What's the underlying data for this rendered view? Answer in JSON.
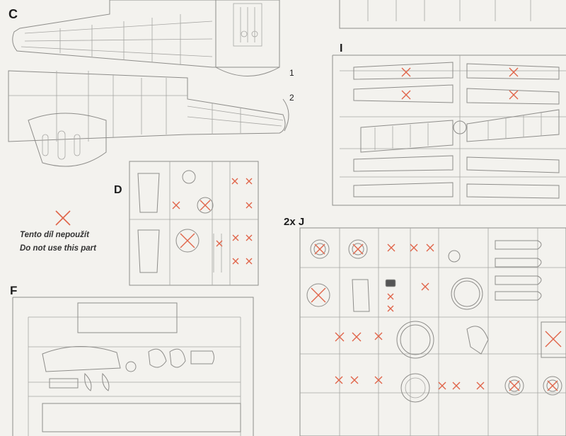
{
  "labels": {
    "sprue_c": "C",
    "sprue_i": "I",
    "sprue_d": "D",
    "sprue_f": "F",
    "sprue_j": "2x J",
    "part_1": "1",
    "part_2": "2"
  },
  "legend": {
    "icon": "cross-mark-icon",
    "text_cz": "Tento díl nepoužít",
    "text_en": "Do not use this part"
  },
  "colors": {
    "cross_mark": "#e0654a",
    "line_art": "#8e8d8a",
    "paper": "#f3f2ee"
  }
}
